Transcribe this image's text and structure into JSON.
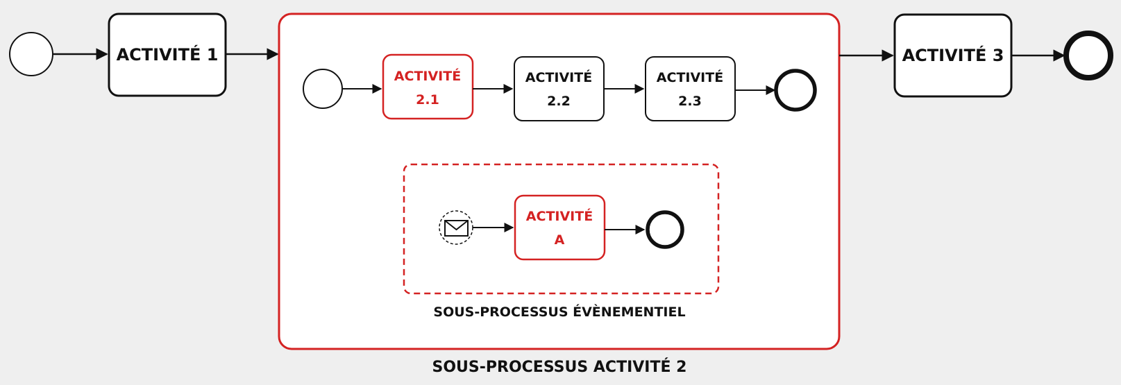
{
  "colors": {
    "background": "#efefef",
    "stroke": "#111111",
    "accent": "#d42222",
    "fill": "#ffffff"
  },
  "icons": {
    "message": "envelope-icon"
  },
  "main": {
    "start_event": {},
    "activity_1": {
      "label": "ACTIVITÉ 1"
    },
    "activity_3": {
      "label": "ACTIVITÉ 3"
    },
    "end_event": {},
    "subprocess": {
      "caption": "SOUS-PROCESSUS ACTIVITÉ 2",
      "activity_2_1": {
        "line1": "ACTIVITÉ",
        "line2": "2.1"
      },
      "activity_2_2": {
        "line1": "ACTIVITÉ",
        "line2": "2.2"
      },
      "activity_2_3": {
        "line1": "ACTIVITÉ",
        "line2": "2.3"
      },
      "event_subprocess": {
        "caption": "SOUS-PROCESSUS ÉVÈNEMENTIEL",
        "activity_a": {
          "line1": "ACTIVITÉ",
          "line2": "A"
        }
      }
    }
  }
}
